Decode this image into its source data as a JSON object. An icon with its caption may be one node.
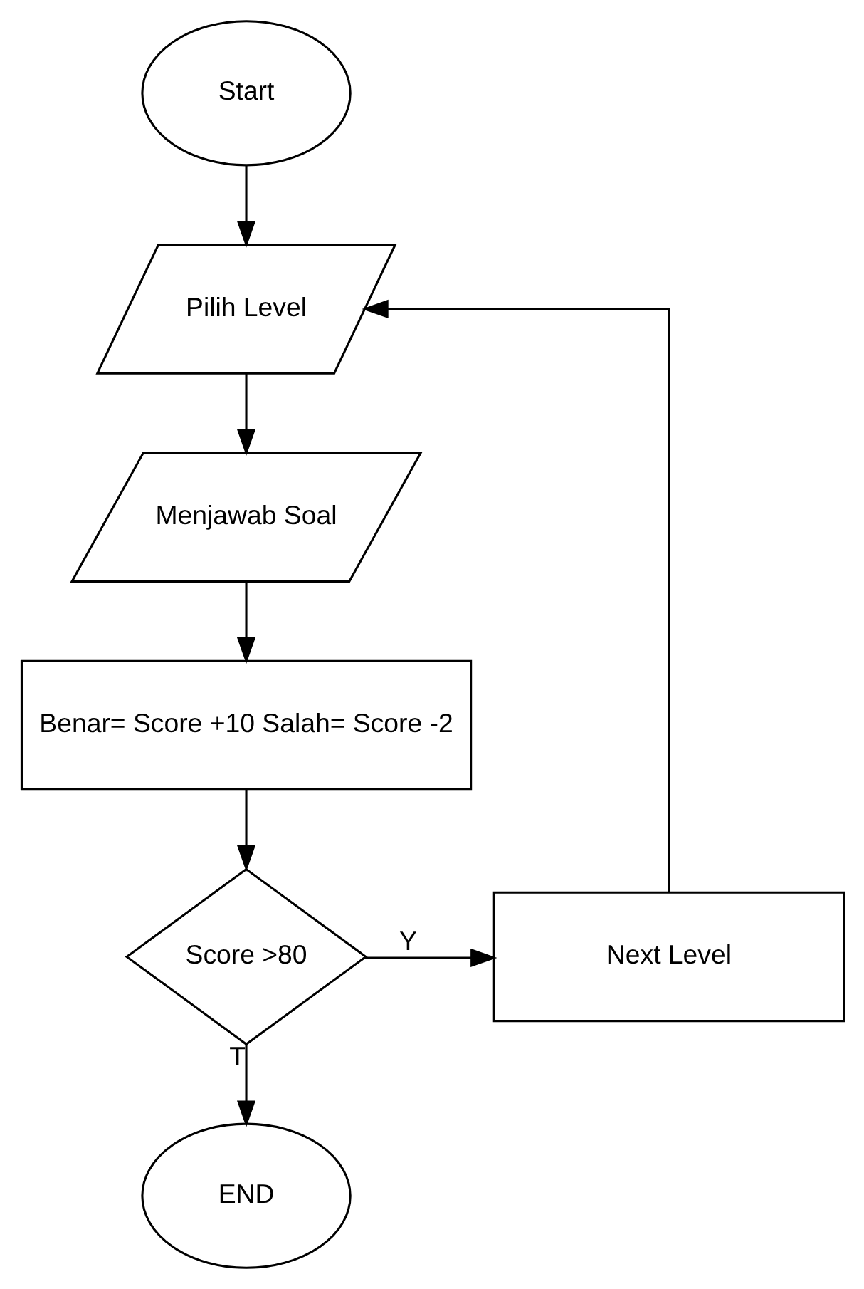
{
  "diagram": {
    "nodes": [
      {
        "text": [
          "Start"
        ]
      },
      {
        "text": [
          "Pilih Level"
        ]
      },
      {
        "text": [
          "Menjawab Soal"
        ]
      },
      {
        "text": [
          "Benar= Score +10 Salah= Score -2"
        ]
      },
      {
        "text": [
          "Score >80"
        ]
      },
      {
        "text": [
          "Next Level"
        ]
      },
      {
        "text": [
          "END"
        ]
      }
    ],
    "edges": [
      {
        "from": 0,
        "to": 1,
        "arrow": "to"
      },
      {
        "from": 1,
        "to": 2,
        "arrow": "to"
      },
      {
        "from": 2,
        "to": 3,
        "arrow": "to"
      },
      {
        "from": 3,
        "to": 4,
        "arrow": "to"
      },
      {
        "from": 4,
        "to": 5,
        "arrow": "to",
        "label": "Y"
      },
      {
        "from": 4,
        "to": 6,
        "arrow": "to",
        "label": "T"
      },
      {
        "from": 5,
        "to": 1,
        "arrow": "to"
      }
    ]
  }
}
